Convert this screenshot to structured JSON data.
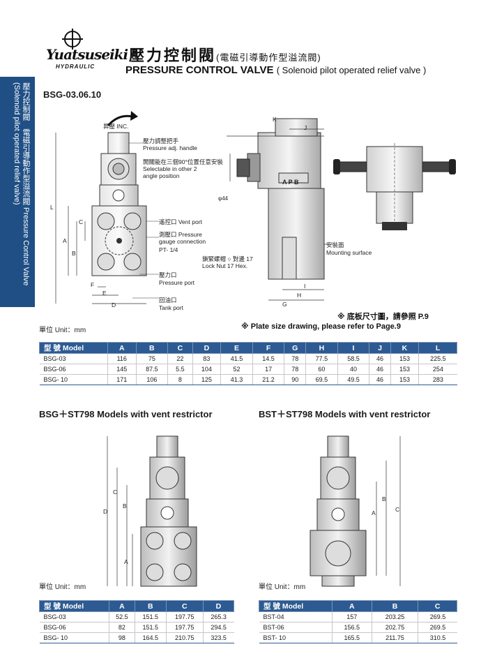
{
  "header": {
    "logo_word": "Yuatsuseiki",
    "logo_sub": "HYDRAULIC",
    "title_zh": "壓力控制閥",
    "title_zh_sub": "(電磁引導動作型溢流閥)",
    "title_en": "PRESSURE CONTROL VALVE",
    "title_en_sub": "( Solenoid pilot operated relief valve )"
  },
  "side_tab": {
    "text": "壓力控制閥　電磁引導動作型溢流閥 Pressure Control Valve (Solenoid pilot operated relief valve)"
  },
  "main": {
    "model_heading": "BSG-03.06.10",
    "labels": {
      "rotate": "昇壓 INC.",
      "handle_zh": "壓力調整把手",
      "handle_en": "Pressure adj. handle",
      "selectable_zh": "開關能在三個90°位置任意安裝",
      "selectable_en1": "Selectable in other 2",
      "selectable_en2": "angle position",
      "vent_port": "遙控口 Vent port",
      "gauge_zh": "測壓口 Pressure",
      "gauge_en": "gauge connection",
      "pt": "PT- 1/4",
      "pressure_zh": "壓力口",
      "pressure_en": "Pressure port",
      "tank_zh": "回油口",
      "tank_en": "Tank port",
      "locknut_zh": "鎖緊螺帽 ○ 對邊 17",
      "locknut_en": "Lock Nut 17 Hex.",
      "mount_zh": "安裝面",
      "mount_en": "Mounting surface",
      "apb": "A P B",
      "phi44": "φ44"
    },
    "dims": {
      "K": "K",
      "J": "J",
      "L": "L",
      "A": "A",
      "B": "B",
      "C": "C",
      "D": "D",
      "E": "E",
      "F": "F",
      "G": "G",
      "H": "H",
      "I": "I"
    },
    "unit_label": "單位 Unit：mm",
    "note_zh": "※ 底板尺寸圖，請參照 P.9",
    "note_en": "※ Plate size drawing, please refer to Page.9"
  },
  "table_main": {
    "headers": [
      "型 號 Model",
      "A",
      "B",
      "C",
      "D",
      "E",
      "F",
      "G",
      "H",
      "I",
      "J",
      "K",
      "L"
    ],
    "rows": [
      [
        "BSG-03",
        "116",
        "75",
        "22",
        "83",
        "41.5",
        "14.5",
        "78",
        "77.5",
        "58.5",
        "46",
        "153",
        "225.5"
      ],
      [
        "BSG-06",
        "145",
        "87.5",
        "5.5",
        "104",
        "52",
        "17",
        "78",
        "60",
        "40",
        "46",
        "153",
        "254"
      ],
      [
        "BSG- 10",
        "171",
        "106",
        "8",
        "125",
        "41.3",
        "21.2",
        "90",
        "69.5",
        "49.5",
        "46",
        "153",
        "283"
      ]
    ]
  },
  "section_left": {
    "heading": "BSG＋ST798 Models with vent restrictor",
    "unit_label": "單位 Unit：mm",
    "dims": {
      "A": "A",
      "B": "B",
      "C": "C",
      "D": "D"
    },
    "headers": [
      "型 號 Model",
      "A",
      "B",
      "C",
      "D"
    ],
    "rows": [
      [
        "BSG-03",
        "52.5",
        "151.5",
        "197.75",
        "265.3"
      ],
      [
        "BSG-06",
        "82",
        "151.5",
        "197.75",
        "294.5"
      ],
      [
        "BSG- 10",
        "98",
        "164.5",
        "210.75",
        "323.5"
      ]
    ]
  },
  "section_right": {
    "heading": "BST＋ST798 Models with vent restrictor",
    "unit_label": "單位 Unit：mm",
    "dims": {
      "A": "A",
      "B": "B",
      "C": "C"
    },
    "headers": [
      "型 號 Model",
      "A",
      "B",
      "C"
    ],
    "rows": [
      [
        "BST-04",
        "157",
        "203.25",
        "269.5"
      ],
      [
        "BST-06",
        "156.5",
        "202.75",
        "269.5"
      ],
      [
        "BST- 10",
        "165.5",
        "211.75",
        "310.5"
      ]
    ]
  },
  "colors": {
    "brand_blue": "#1f4f85",
    "table_header": "#2d5a92",
    "valve_grey": "#cfcfcf"
  }
}
